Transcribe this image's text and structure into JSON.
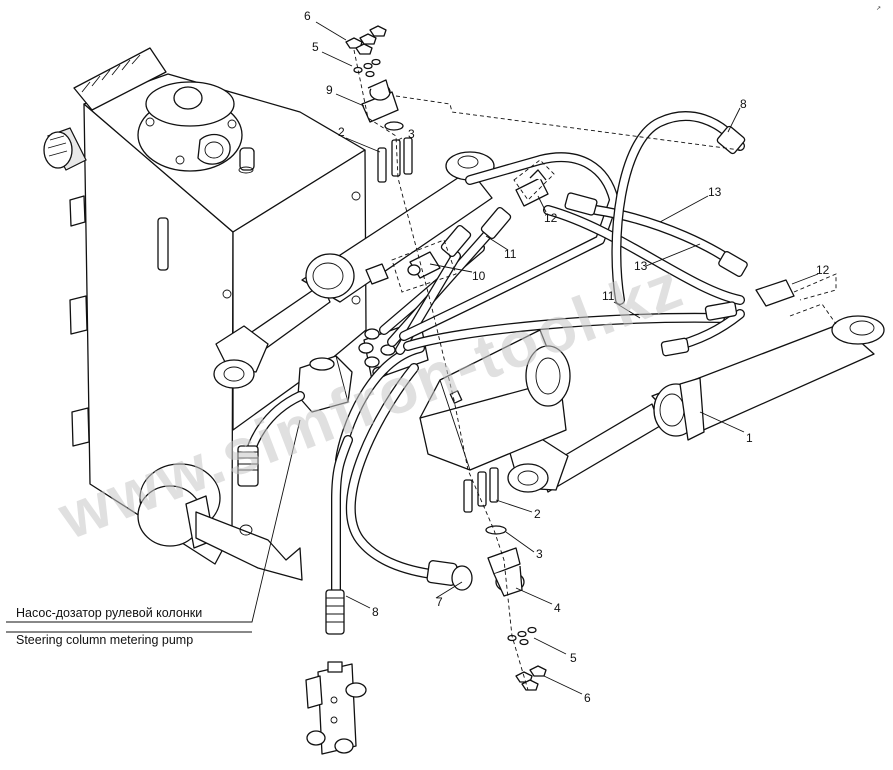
{
  "callouts": {
    "c1": "1",
    "c2a": "2",
    "c2b": "2",
    "c3a": "3",
    "c3b": "3",
    "c4": "4",
    "c5a": "5",
    "c5b": "5",
    "c6a": "6",
    "c6b": "6",
    "c7": "7",
    "c8a": "8",
    "c8b": "8",
    "c9": "9",
    "c10": "10",
    "c11a": "11",
    "c11b": "11",
    "c12a": "12",
    "c12b": "12",
    "c13a": "13",
    "c13b": "13"
  },
  "caption": {
    "ru": "Насос-дозатор рулевой колонки",
    "en": "Steering column metering pump"
  },
  "watermark": "www.simfron-tool.kz",
  "corner_mark": "↗"
}
